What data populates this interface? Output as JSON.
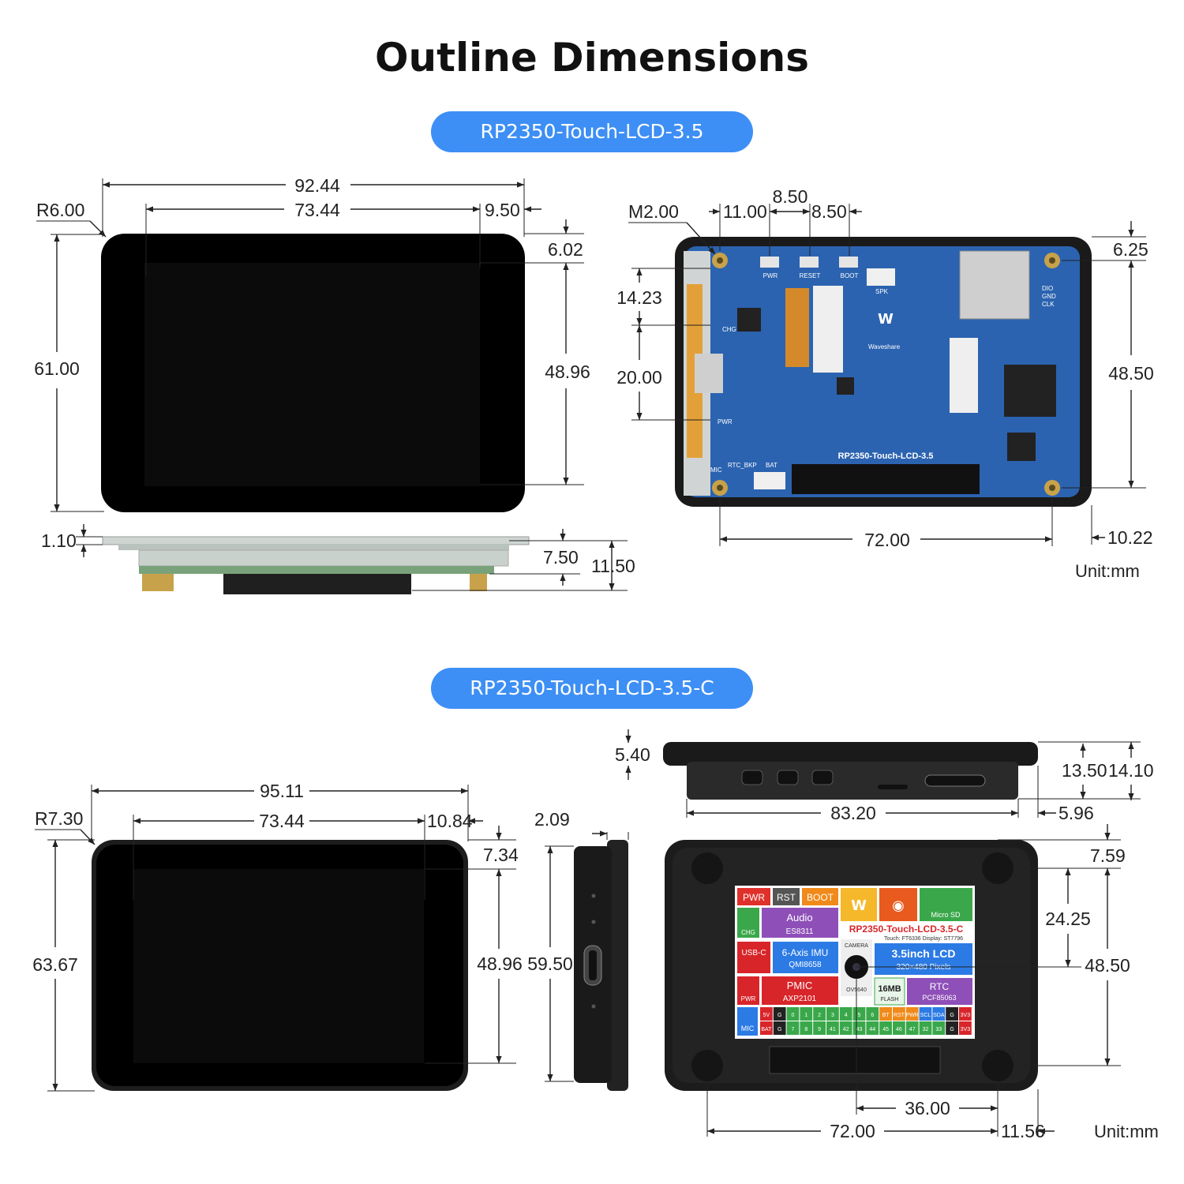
{
  "title": "Outline Dimensions",
  "models": [
    {
      "name": "RP2350-Touch-LCD-3.5"
    },
    {
      "name": "RP2350-Touch-LCD-3.5-C"
    }
  ],
  "unit_label": "Unit:mm",
  "top": {
    "front": {
      "width": "92.44",
      "screen_width": "73.44",
      "right_margin": "9.50",
      "radius": "R6.00",
      "top_margin": "6.02",
      "height": "61.00",
      "screen_height": "48.96"
    },
    "side": {
      "glass": "1.10",
      "body": "7.50",
      "total": "11.50"
    },
    "back": {
      "hole": "M2.00",
      "pwr_offset": "11.00",
      "btn_spacing_a": "8.50",
      "btn_spacing_b": "8.50",
      "top_offset": "6.25",
      "v1": "14.23",
      "v2": "20.00",
      "hole_v": "48.50",
      "hole_h": "72.00",
      "right_offset": "10.22"
    },
    "board": {
      "name": "RP2350-Touch-LCD-3.5",
      "btn_pwr": "PWR",
      "btn_reset": "RESET",
      "btn_boot": "BOOT",
      "spk": "SPK",
      "chg": "CHG",
      "pwr": "PWR",
      "mic": "MIC",
      "rtc_bkp": "RTC_BKP",
      "bat": "BAT",
      "brand": "Waveshare",
      "dio": "DIO",
      "gnd": "GND",
      "clk": "CLK"
    }
  },
  "bottom": {
    "front": {
      "width": "95.11",
      "screen_width": "73.44",
      "right_margin": "10.84",
      "radius": "R7.30",
      "top_margin": "7.34",
      "height": "63.67",
      "screen_height": "48.96"
    },
    "side": {
      "depth": "2.09",
      "height": "59.50"
    },
    "top_view": {
      "ledge": "5.40",
      "depth_a": "13.50",
      "depth_b": "14.10",
      "length": "83.20",
      "offset": "5.96"
    },
    "back": {
      "top_offset": "7.59",
      "cam_v": "24.25",
      "hole_v": "48.50",
      "cam_h": "36.00",
      "hole_h": "72.00",
      "right_offset": "11.56"
    },
    "label": {
      "pwr": "PWR",
      "rst": "RST",
      "boot": "BOOT",
      "microsd": "Micro SD",
      "chg": "CHG",
      "audio": "Audio",
      "audio_chip": "ES8311",
      "model": "RP2350-Touch-LCD-3.5-C",
      "model_sub": "Touch: FT6336 Display: ST7796",
      "usbc": "USB-C",
      "imu": "6-Axis IMU",
      "imu_chip": "QMI8658",
      "camera": "CAMERA",
      "cam_chip": "OV5640",
      "lcd": "3.5inch LCD",
      "lcd_res": "320×480 Pixels",
      "pwr2": "PWR",
      "pmic": "PMIC",
      "pmic_chip": "AXP2101",
      "flash": "16MB",
      "flash_sub": "FLASH",
      "rtc": "RTC",
      "rtc_chip": "PCF85063",
      "mic": "MIC",
      "pins_row1": [
        "5V",
        "G",
        "0",
        "1",
        "2",
        "3",
        "4",
        "5",
        "6",
        "BT",
        "RST",
        "PWR",
        "SCL",
        "SDA",
        "G",
        "3V3"
      ],
      "pins_row2": [
        "BAT",
        "G",
        "7",
        "8",
        "9",
        "41",
        "42",
        "43",
        "44",
        "45",
        "46",
        "47",
        "32",
        "33",
        "G",
        "3V3"
      ]
    }
  }
}
